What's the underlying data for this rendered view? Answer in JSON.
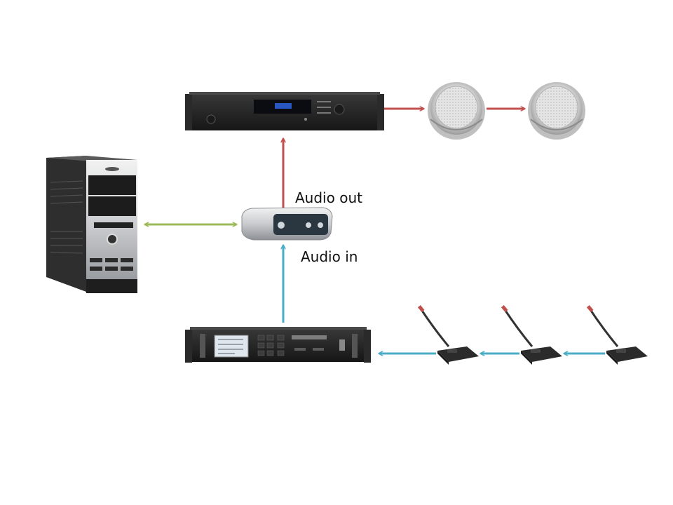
{
  "labels": {
    "audio_out": "Audio out",
    "audio_in": "Audio in"
  },
  "colors": {
    "audio_out_arrow": "#c0504d",
    "audio_in_arrow": "#4bacc6",
    "pc_link_arrow": "#9bbb59"
  },
  "devices": [
    {
      "name": "power-amplifier",
      "icon": "rack-amplifier"
    },
    {
      "name": "ceiling-speaker-1",
      "icon": "ceiling-speaker"
    },
    {
      "name": "ceiling-speaker-2",
      "icon": "ceiling-speaker"
    },
    {
      "name": "computer-tower",
      "icon": "pc-tower"
    },
    {
      "name": "usb-audio-interface",
      "icon": "audio-interface"
    },
    {
      "name": "conference-controller",
      "icon": "rack-controller"
    },
    {
      "name": "delegate-microphone-1",
      "icon": "gooseneck-mic"
    },
    {
      "name": "delegate-microphone-2",
      "icon": "gooseneck-mic"
    },
    {
      "name": "delegate-microphone-3",
      "icon": "gooseneck-mic"
    }
  ]
}
